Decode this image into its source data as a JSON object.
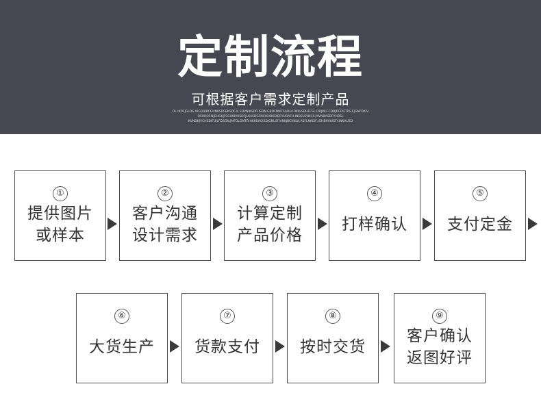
{
  "header": {
    "title": "定制流程",
    "subtitle": "可根据客户需求定制产品",
    "fine_print": [
      "OL.IKDFJGLDS.IHGOIKDFGHNKSDFBKSDF.IL.SDVNIKSDFHSDN.GBDFNIKFSADH.IFNKLSDHFCSL.DBJMLF.CDBJDFDIFTPS.EJGNFDKIV",
      "OSUROF.NJEHGKJFSGHIBVKSDFJLKASDGFNCIKVBKDIBFYUOAFH.INDSLSVNCX,MVNBASDFYHDSL",
      "KVNDKJVCHSDIFUJLFDSGN,JMFDLGMTRHIKRIUKXSDJGNLSFIVNKJBCVNLK,ASFLNKEIF,IGHBNVKISFY.INKAUSD"
    ]
  },
  "steps": [
    {
      "num": "①",
      "lines": [
        "提供图片",
        "或样本"
      ]
    },
    {
      "num": "②",
      "lines": [
        "客户沟通",
        "设计需求"
      ]
    },
    {
      "num": "③",
      "lines": [
        "计算定制",
        "产品价格"
      ]
    },
    {
      "num": "④",
      "lines": [
        "打样确认"
      ]
    },
    {
      "num": "⑤",
      "lines": [
        "支付定金"
      ]
    },
    {
      "num": "⑥",
      "lines": [
        "大货生产"
      ]
    },
    {
      "num": "⑦",
      "lines": [
        "货款支付"
      ]
    },
    {
      "num": "⑧",
      "lines": [
        "按时交货"
      ]
    },
    {
      "num": "⑨",
      "lines": [
        "客户确认",
        "返图好评"
      ]
    }
  ],
  "colors": {
    "banner": "#474751",
    "border": "#4a4a4a",
    "arrow": "#3a3a3a"
  }
}
